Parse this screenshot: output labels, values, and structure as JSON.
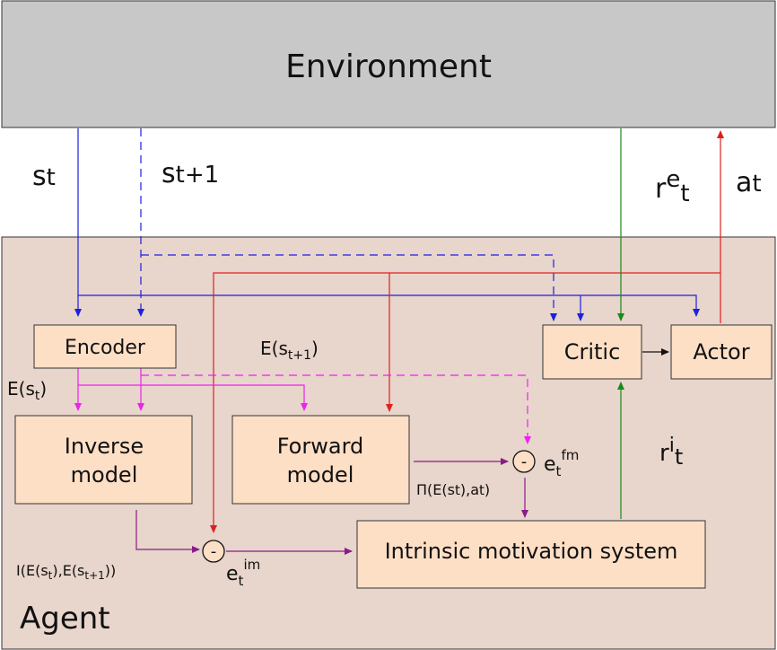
{
  "environment": {
    "label": "Environment"
  },
  "agent": {
    "label": "Agent"
  },
  "blocks": {
    "encoder": "Encoder",
    "inverse_line1": "Inverse",
    "inverse_line2": "model",
    "forward_line1": "Forward",
    "forward_line2": "model",
    "critic": "Critic",
    "actor": "Actor",
    "ims": "Intrinsic motivation system"
  },
  "signals": {
    "s": "s",
    "s_sub": "t",
    "s1": "s",
    "s1_sub": "t+1",
    "re": "r",
    "re_sup": "e",
    "re_sub": "t",
    "a": "a",
    "a_sub": "t",
    "ri": "r",
    "ri_sup": "i",
    "ri_sub": "t",
    "Es_pre": "E(s",
    "Es_sub": "t",
    "Es_post": ")",
    "Es1_pre": "E(s",
    "Es1_sub": "t+1",
    "Es1_post": ")",
    "pi_pre": "Π(E(s",
    "pi_sub": "t",
    "pi_mid": "),a",
    "pi_sub2": "t",
    "pi_post": ")",
    "I_pre": "I(E(s",
    "I_sub": "t",
    "I_mid": "),E(s",
    "I_sub2": "t+1",
    "I_post": "))",
    "efm": "e",
    "efm_sub": "t",
    "efm_sup": "fm",
    "eim": "e",
    "eim_sub": "t",
    "eim_sup": "im",
    "minus": "-"
  },
  "colors": {
    "environment_fill": "#c8c8c8",
    "agent_fill": "#e8d5cb",
    "block_fill": "#fddfc6",
    "blue": "#1f1fe0",
    "red": "#e02020",
    "green": "#1a8a1a",
    "magenta": "#ee22ee",
    "purple": "#8a1a8a"
  }
}
